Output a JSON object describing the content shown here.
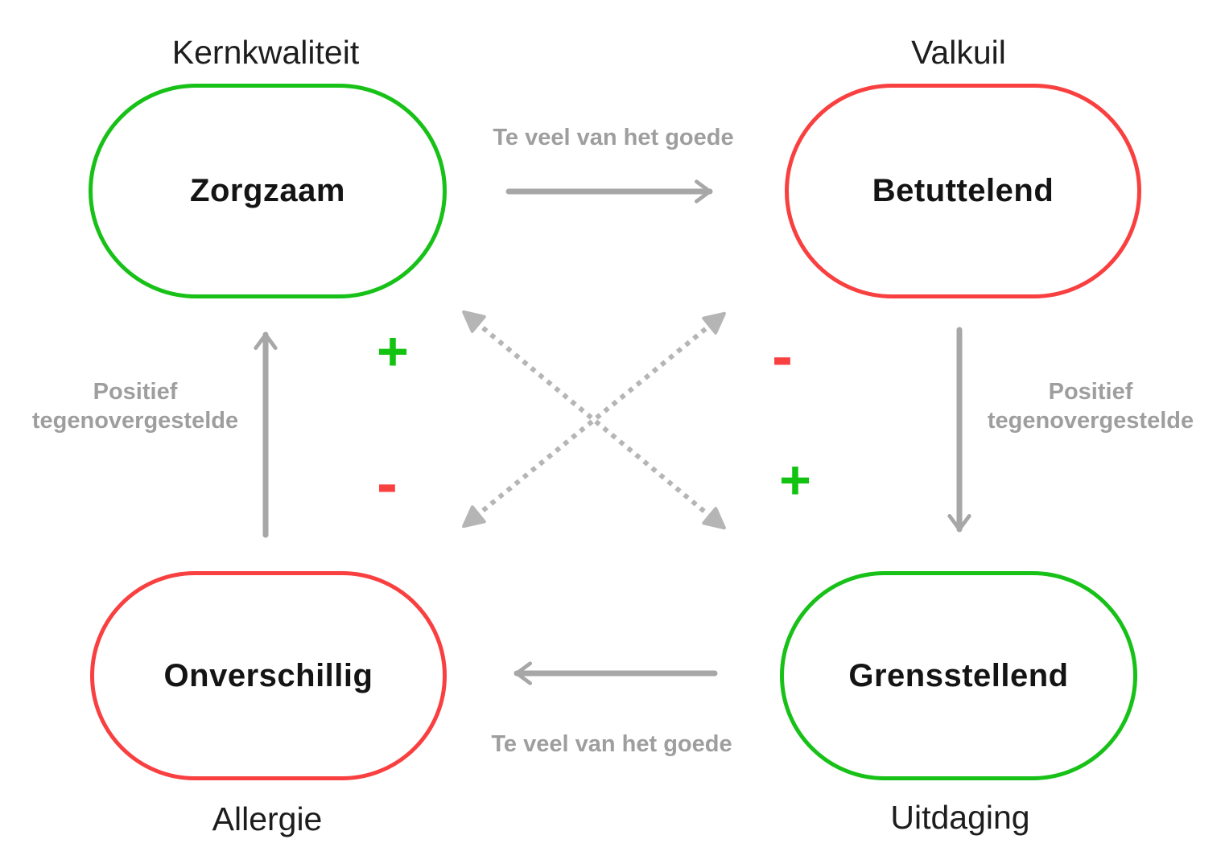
{
  "diagram": {
    "type": "kernkwadrant",
    "quadrants": [
      {
        "position": "top-left",
        "title": "Kernkwaliteit",
        "label": "Zorgzaam",
        "border_color": "#17c117"
      },
      {
        "position": "top-right",
        "title": "Valkuil",
        "label": "Betuttelend",
        "border_color": "#f94040"
      },
      {
        "position": "bottom-left",
        "title": "Allergie",
        "label": "Onverschillig",
        "border_color": "#f94040"
      },
      {
        "position": "bottom-right",
        "title": "Uitdaging",
        "label": "Grensstellend",
        "border_color": "#17c117"
      }
    ],
    "arrows": {
      "top": {
        "label": "Te veel van het goede",
        "from": "Zorgzaam",
        "to": "Betuttelend",
        "direction": "right",
        "style": "solid"
      },
      "right": {
        "label": "Positief tegenovergestelde",
        "from": "Betuttelend",
        "to": "Grensstellend",
        "direction": "down",
        "style": "solid"
      },
      "bottom": {
        "label": "Te veel van het goede",
        "from": "Grensstellend",
        "to": "Onverschillig",
        "direction": "left",
        "style": "solid"
      },
      "left": {
        "label": "Positief tegenovergestelde",
        "from": "Onverschillig",
        "to": "Zorgzaam",
        "direction": "up",
        "style": "solid"
      },
      "diagonal_1": {
        "from": "Zorgzaam",
        "to": "Grensstellend",
        "style": "dotted",
        "heads": "both"
      },
      "diagonal_2": {
        "from": "Onverschillig",
        "to": "Betuttelend",
        "style": "dotted",
        "heads": "both"
      }
    },
    "signs": {
      "upper_left": {
        "symbol": "+",
        "color": "#12c312"
      },
      "upper_right": {
        "symbol": "-",
        "color": "#f94040"
      },
      "lower_left": {
        "symbol": "-",
        "color": "#f94040"
      },
      "lower_right": {
        "symbol": "+",
        "color": "#12c312"
      }
    },
    "colors": {
      "green": "#17c117",
      "red": "#f94040",
      "gray_arrow": "#a7a7a7",
      "gray_label": "#9e9e9e",
      "gray_dotted": "#b5b5b5",
      "text": "#1d1d1d"
    }
  }
}
